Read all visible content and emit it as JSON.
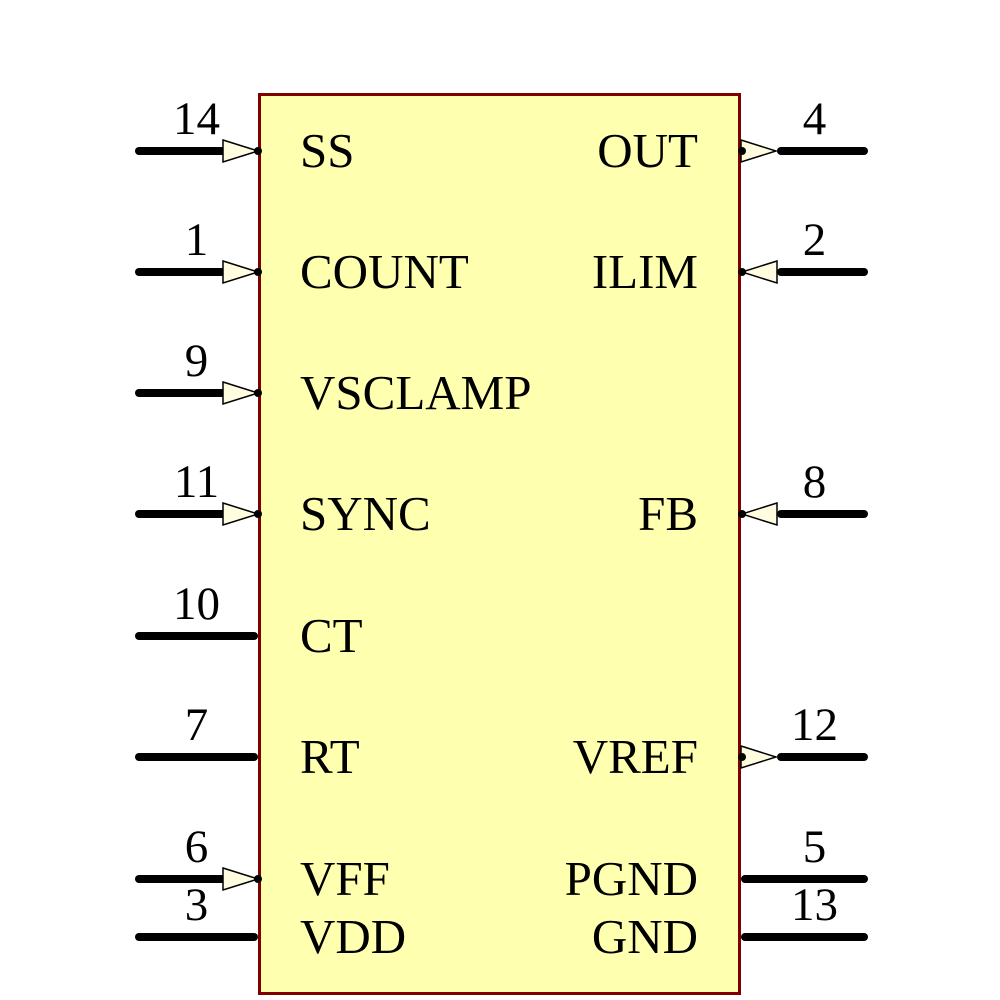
{
  "diagram": {
    "type": "ic-schematic-symbol",
    "shape": "rectangle"
  },
  "colors": {
    "body_fill": "#FFFFB0",
    "body_border": "#800000",
    "pin_line": "#000000",
    "arrow_fill": "#FFFCE0",
    "text": "#000000",
    "background": "#FFFFFF"
  },
  "pins": {
    "left": [
      {
        "number": "14",
        "label": "SS",
        "direction": "input",
        "arrow": "in"
      },
      {
        "number": "1",
        "label": "COUNT",
        "direction": "input",
        "arrow": "in"
      },
      {
        "number": "9",
        "label": "VSCLAMP",
        "direction": "input",
        "arrow": "in"
      },
      {
        "number": "11",
        "label": "SYNC",
        "direction": "input",
        "arrow": "in"
      },
      {
        "number": "10",
        "label": "CT",
        "direction": "passive",
        "arrow": "none"
      },
      {
        "number": "7",
        "label": "RT",
        "direction": "passive",
        "arrow": "none"
      },
      {
        "number": "6",
        "label": "VFF",
        "direction": "input",
        "arrow": "in"
      },
      {
        "number": "3",
        "label": "VDD",
        "direction": "power",
        "arrow": "none"
      }
    ],
    "right": [
      {
        "number": "4",
        "label": "OUT",
        "direction": "output",
        "arrow": "out"
      },
      {
        "number": "2",
        "label": "ILIM",
        "direction": "input",
        "arrow": "in"
      },
      {
        "number": "8",
        "label": "FB",
        "direction": "input",
        "arrow": "in"
      },
      {
        "number": "12",
        "label": "VREF",
        "direction": "output",
        "arrow": "out"
      },
      {
        "number": "5",
        "label": "PGND",
        "direction": "power",
        "arrow": "none"
      },
      {
        "number": "13",
        "label": "GND",
        "direction": "power",
        "arrow": "none"
      }
    ]
  }
}
